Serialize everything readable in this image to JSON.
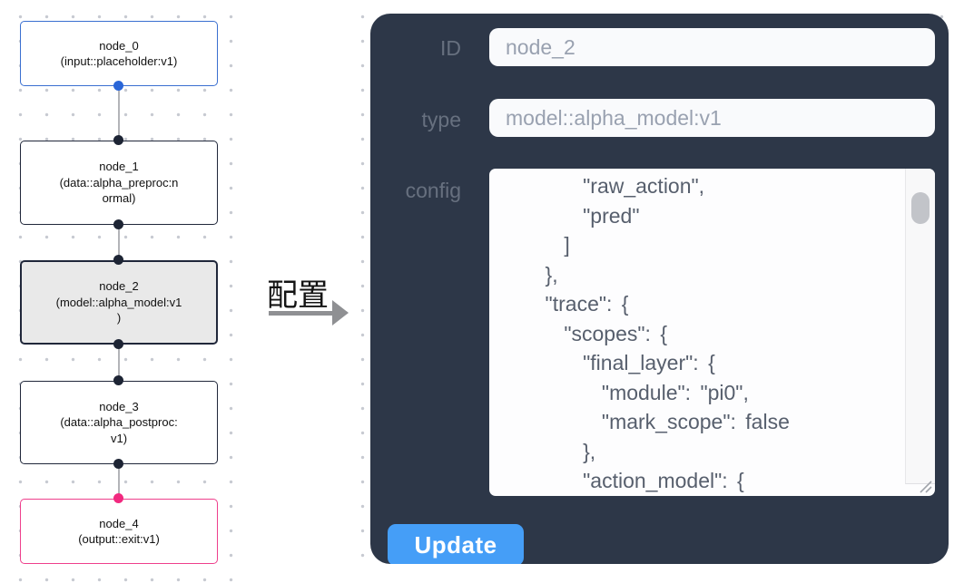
{
  "canvas": {
    "nodes": [
      {
        "lines": [
          "node_0",
          "(input::placeholder:v1)"
        ]
      },
      {
        "lines": [
          "node_1",
          "(data::alpha_preproc:n",
          "ormal)"
        ]
      },
      {
        "lines": [
          "node_2",
          "(model::alpha_model:v1",
          ")"
        ]
      },
      {
        "lines": [
          "node_3",
          "(data::alpha_postproc:",
          "v1)"
        ]
      },
      {
        "lines": [
          "node_4",
          "(output::exit:v1)"
        ]
      }
    ]
  },
  "annotation": {
    "label": "配置"
  },
  "panel": {
    "id_label": "ID",
    "id_value": "node_2",
    "type_label": "type",
    "type_value": "model::alpha_model:v1",
    "config_label": "config",
    "config_text": "        \"raw_action\",\n        \"pred\"\n      ]\n    },\n    \"trace\": {\n      \"scopes\": {\n        \"final_layer\": {\n          \"module\": \"pi0\",\n          \"mark_scope\": false\n        },\n        \"action_model\": {",
    "update_label": "Update"
  },
  "colors": {
    "panel_bg": "#2d3748",
    "accent_blue": "#459ef7",
    "input_node_border": "#3a6fd0",
    "output_node_border": "#ee3f8c",
    "selected_node_bg": "#e9e9e9",
    "input_port_dot": "#2a66d8",
    "output_port_dot": "#f1297f"
  }
}
